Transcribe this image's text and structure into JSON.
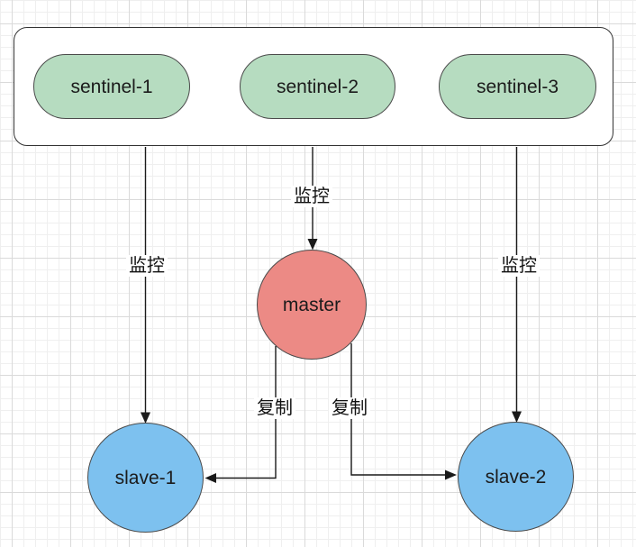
{
  "diagram": {
    "nodes": {
      "sentinels": [
        {
          "label": "sentinel-1"
        },
        {
          "label": "sentinel-2"
        },
        {
          "label": "sentinel-3"
        }
      ],
      "master": {
        "label": "master"
      },
      "slaves": [
        {
          "label": "slave-1"
        },
        {
          "label": "slave-2"
        }
      ]
    },
    "edge_labels": {
      "monitor_left": "监控",
      "monitor_middle": "监控",
      "monitor_right": "监控",
      "replicate_left": "复制",
      "replicate_right": "复制"
    },
    "edges": [
      {
        "from": "sentinel-group",
        "to": "slave-1",
        "label": "监控"
      },
      {
        "from": "sentinel-group",
        "to": "master",
        "label": "监控"
      },
      {
        "from": "sentinel-group",
        "to": "slave-2",
        "label": "监控"
      },
      {
        "from": "master",
        "to": "slave-1",
        "label": "复制"
      },
      {
        "from": "master",
        "to": "slave-2",
        "label": "复制"
      }
    ]
  },
  "colors": {
    "sentinel_fill": "#b6dcc0",
    "master_fill": "#ec8a85",
    "slave_fill": "#7dc1ef",
    "node_border": "#4a4a4a",
    "container_border": "#333333",
    "edge_color": "#1a1a1a",
    "label_text": "#111111",
    "grid_minor": "#efefef",
    "grid_major": "#dadada"
  }
}
